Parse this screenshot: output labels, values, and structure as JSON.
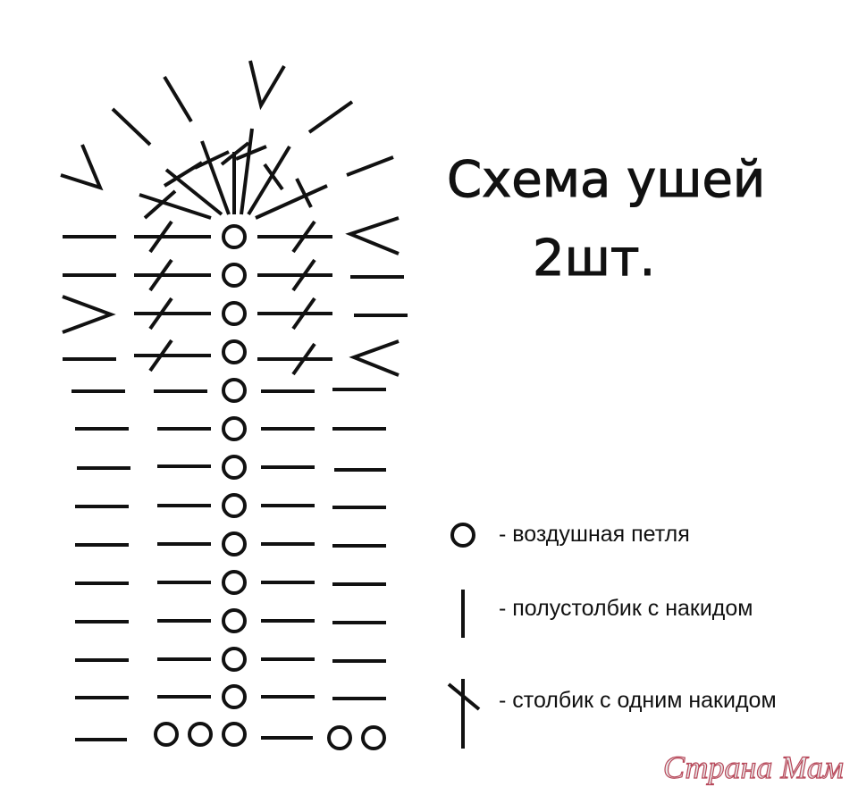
{
  "title": {
    "line1": "Схема ушей",
    "line2": "2шт."
  },
  "legend": [
    {
      "symbol": "circle",
      "icon": "chain-stitch-icon",
      "text": "- воздушная петля"
    },
    {
      "symbol": "vertical-line",
      "icon": "half-double-crochet-icon",
      "text": "- полустолбик с накидом"
    },
    {
      "symbol": "crossed-line",
      "icon": "double-crochet-icon",
      "text": "- столбик с одним накидом"
    }
  ],
  "watermark": "Страна Мам",
  "colors": {
    "ink": "#111111",
    "background": "#ffffff",
    "watermark_stroke": "#b8485a"
  }
}
